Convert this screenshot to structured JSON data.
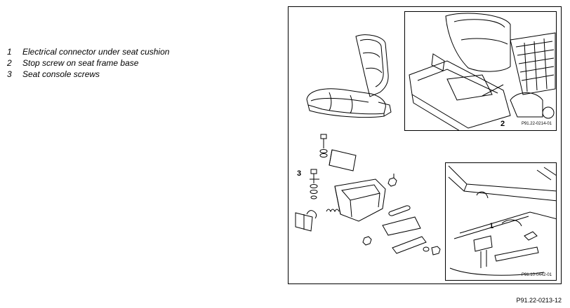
{
  "legend": [
    {
      "num": "1",
      "text": "Electrical connector under seat cushion"
    },
    {
      "num": "2",
      "text": "Stop screw on seat frame base"
    },
    {
      "num": "3",
      "text": "Seat console screws"
    }
  ],
  "figure": {
    "callouts": {
      "one": "1",
      "two": "2",
      "three": "3"
    },
    "inset_top_ref": "P91.22-0214-01",
    "inset_bottom_ref": "P91.10-0442-01"
  },
  "figure_ref": "P91.22-0213-12"
}
